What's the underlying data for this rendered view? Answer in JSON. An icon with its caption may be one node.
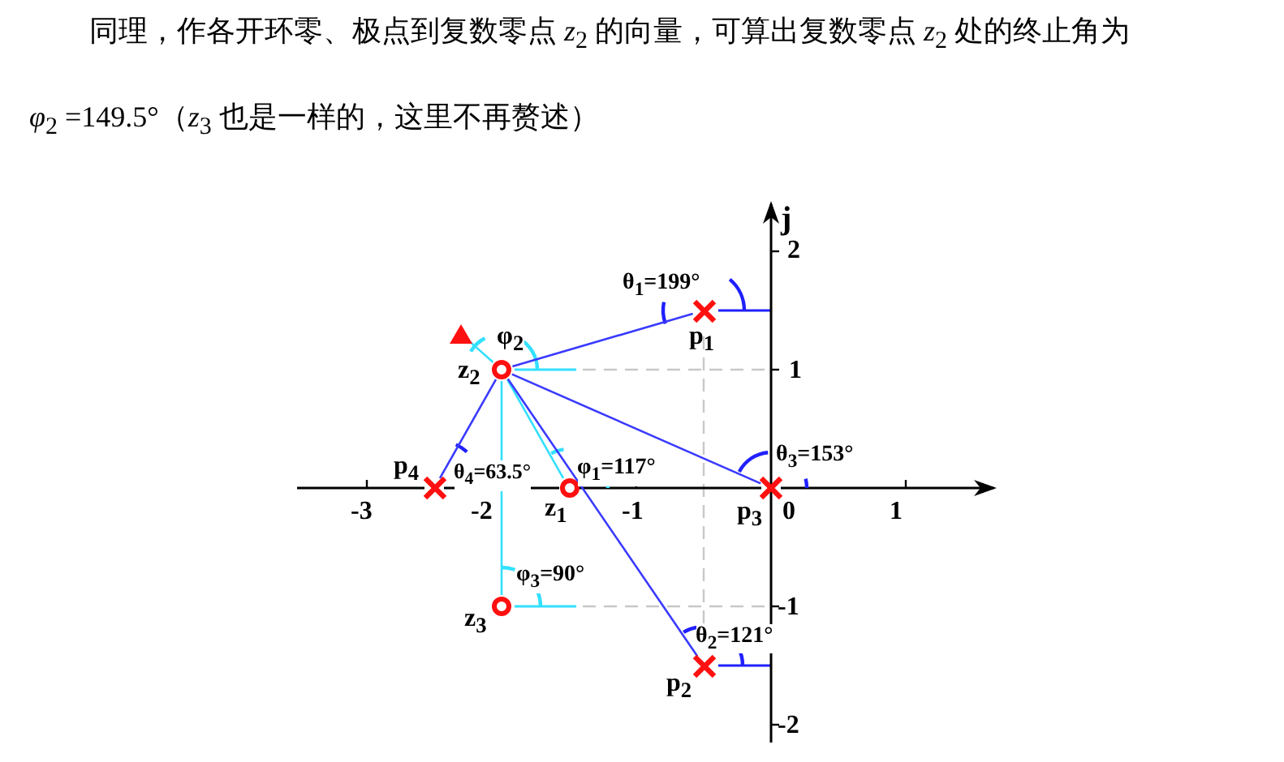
{
  "diagram": {
    "nodes": [
      {
        "text": [],
        "shape": "cross",
        "beside": [
          "p$_{1}$",
          "θ$_{1}$=199°"
        ]
      },
      {
        "text": [],
        "shape": "triangle"
      },
      {
        "text": [],
        "shape": "circle",
        "beside": [
          "z$_{2}$",
          "φ$_{2}$"
        ]
      },
      {
        "text": [],
        "shape": "cross",
        "beside": [
          "p$_{4}$",
          "θ$_{4}$=63.5°"
        ]
      },
      {
        "text": [],
        "shape": "circle",
        "beside": [
          "z$_{1}$",
          "φ$_{1}$=117°"
        ]
      },
      {
        "text": [],
        "shape": "cross",
        "beside": [
          "p$_{3}$",
          "θ$_{3}$=153°"
        ]
      },
      {
        "text": [],
        "shape": "circle",
        "beside": [
          "z$_{3}$",
          "φ$_{3}$=90°"
        ]
      },
      {
        "text": [],
        "shape": "cross",
        "beside": [
          "p$_{2}$",
          "θ$_{2}$=121°"
        ]
      }
    ],
    "edges": [
      {
        "from": 0,
        "to": 2,
        "arrow": "none"
      },
      {
        "from": 2,
        "to": 1,
        "arrow": "none",
        "color": "#33e0ff"
      },
      {
        "from": 3,
        "to": 2,
        "arrow": "none"
      },
      {
        "from": 4,
        "to": 2,
        "arrow": "none",
        "color": "#33e0ff"
      },
      {
        "from": 5,
        "to": 2,
        "arrow": "none"
      },
      {
        "from": 6,
        "to": 2,
        "arrow": "none",
        "color": "#33e0ff"
      },
      {
        "from": 7,
        "to": 2,
        "arrow": "none"
      }
    ],
    "labels": [
      "同理，作各开环零、极点到复数零点 *z*$_{2}$ 的向量，可算出复数零点 *z*$_{2}$ 处的终止角为",
      "*φ*$_{2}$ =149.5°（*z*$_{3}$ 也是一样的，这里不再赘述）",
      "j",
      "2",
      "1",
      "-3",
      "-2",
      "-1",
      "0",
      "1",
      "-1",
      "-2"
    ]
  }
}
